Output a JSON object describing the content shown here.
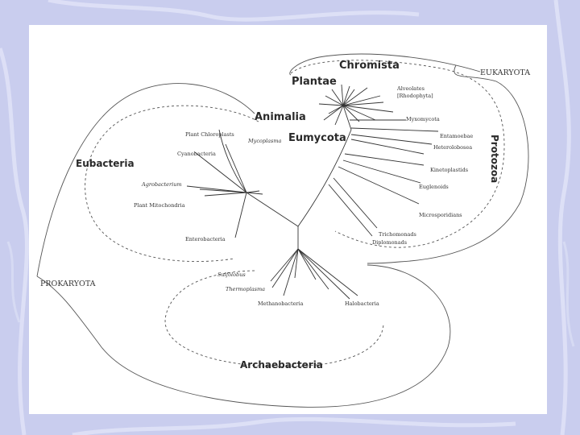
{
  "domains": {
    "eukaryota": "EUKARYOTA",
    "prokaryota": "PROKARYOTA"
  },
  "kingdoms": {
    "chromista": "Chromista",
    "plantae": "Plantae",
    "animalia": "Animalia",
    "eumycota": "Eumycota",
    "protozoa": "Protozoa",
    "eubacteria": "Eubacteria",
    "archaebacteria": "Archaebacteria"
  },
  "taxa": {
    "alveolates": "Alveolates",
    "rhodophyta": "[Rhodophyta]",
    "myxomycota": "Myxomycota",
    "entamoebae": "Entamoebae",
    "heterolobosea": "Heterolobosea",
    "kinetoplastids": "Kinetoplastids",
    "euglenoids": "Euglenoids",
    "microsporidians": "Microsporidians",
    "trichomonads": "Trichomonads",
    "diplomonads": "Diplomonads",
    "plant_chloroplasts": "Plant Chloroplasts",
    "mycoplasma": "Mycoplasma",
    "cyanobacteria": "Cyanobacteria",
    "agrobacterium": "Agrobacterium",
    "plant_mitochondria": "Plant Mitochondria",
    "enterobacteria": "Enterobacteria",
    "sulfolobus": "Sulfolobus",
    "thermoplasma": "Thermoplasma",
    "methanobacteria": "Methanobacteria",
    "halobacteria": "Halobacteria"
  },
  "colors": {
    "background": "#c9cdee",
    "panel": "#ffffff",
    "line": "#333333"
  }
}
